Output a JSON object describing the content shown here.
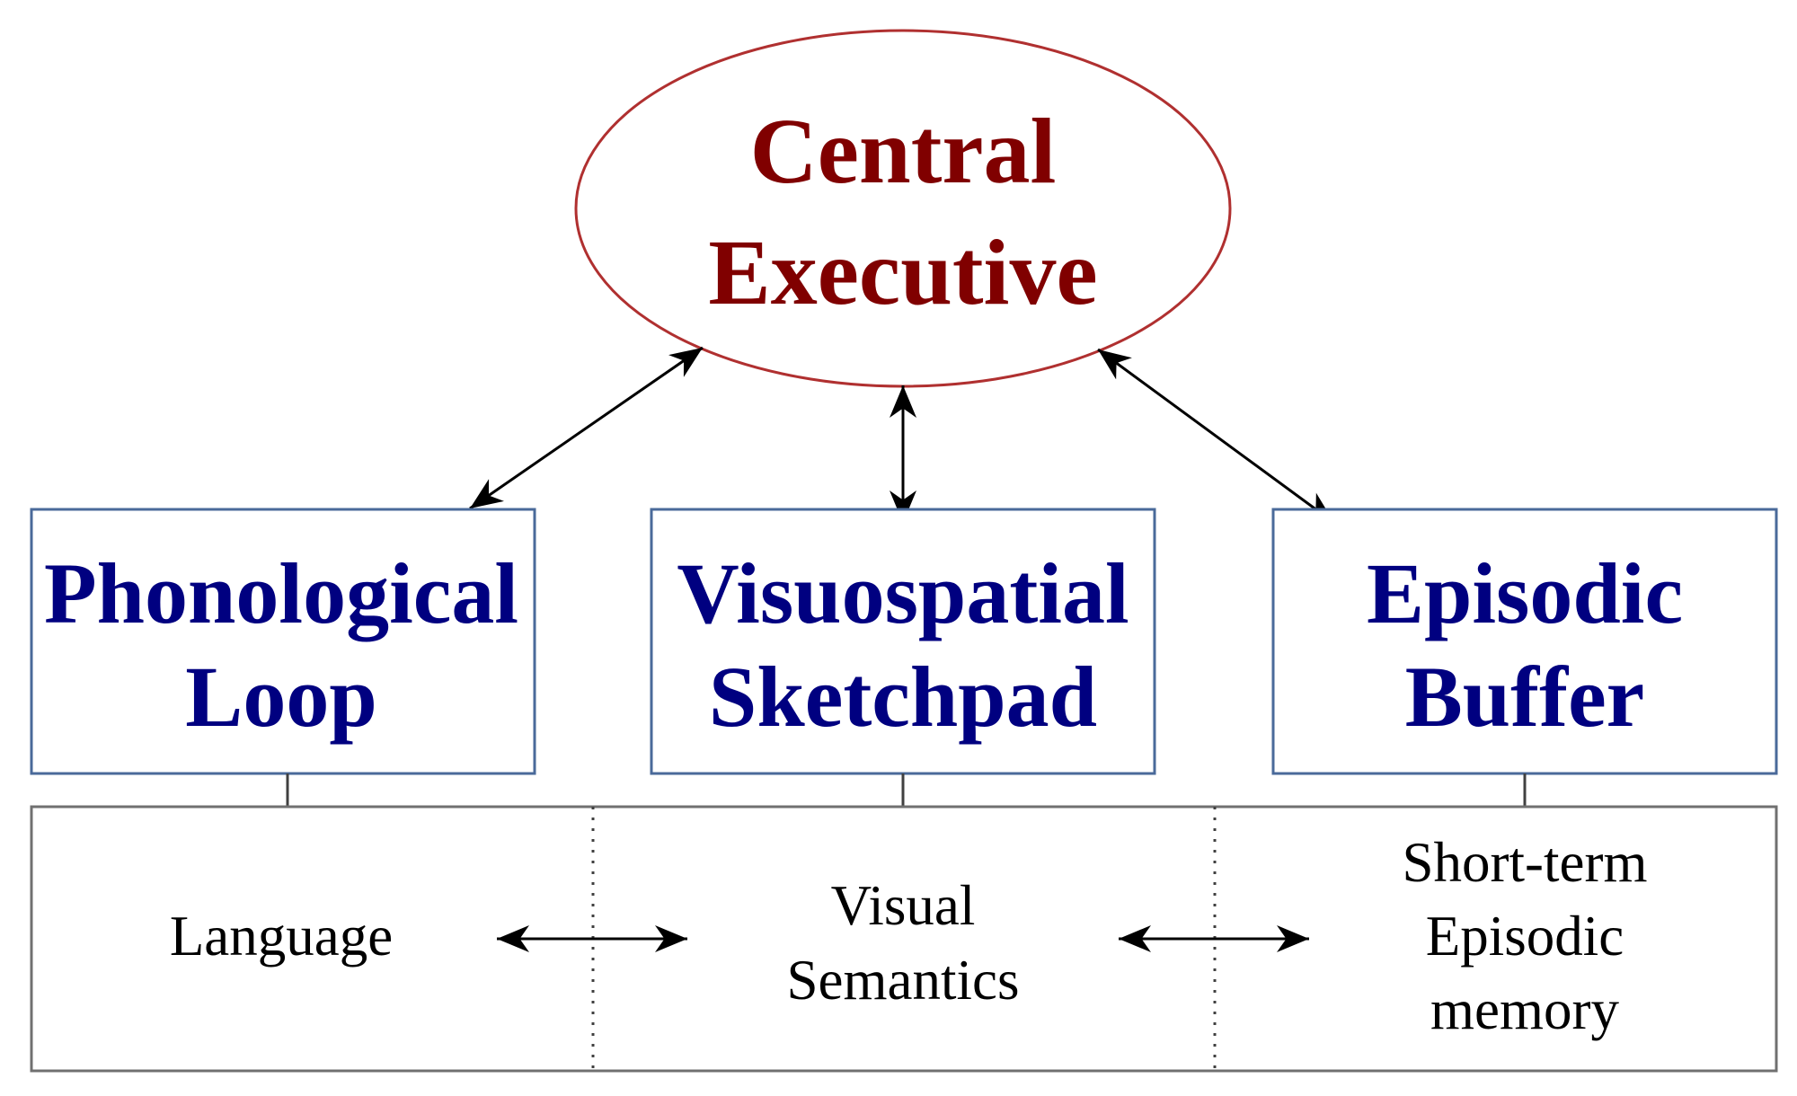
{
  "central_executive": {
    "line1": "Central",
    "line2": "Executive"
  },
  "components": [
    {
      "line1": "Phonological",
      "line2": "Loop"
    },
    {
      "line1": "Visuospatial",
      "line2": "Sketchpad"
    },
    {
      "line1": "Episodic",
      "line2": "Buffer"
    }
  ],
  "long_term": {
    "language": "Language",
    "visual_semantics": {
      "line1": "Visual",
      "line2": "Semantics"
    },
    "episodic_memory": {
      "line1": "Short-term",
      "line2": "Episodic",
      "line3": "memory"
    }
  },
  "colors": {
    "central_executive_text": "#800000",
    "central_executive_stroke": "#B03030",
    "component_text": "#000080",
    "component_stroke": "#4A6A9A",
    "long_term_stroke": "#707070",
    "arrow": "#000000"
  }
}
